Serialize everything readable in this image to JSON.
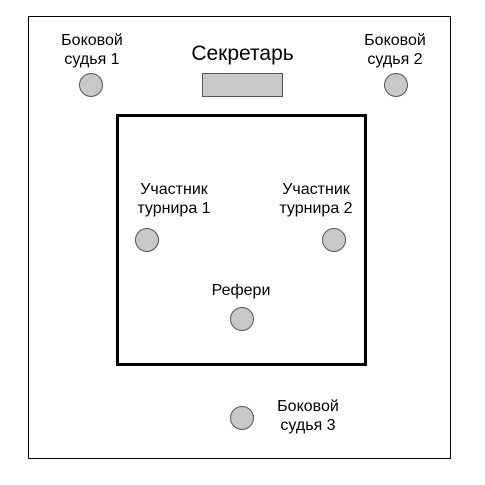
{
  "labels": {
    "side_judge_1": "Боковой\nсудья 1",
    "side_judge_2": "Боковой\nсудья 2",
    "side_judge_3": "Боковой\nсудья 3",
    "secretary": "Секретарь",
    "participant_1": "Участник\nтурнира 1",
    "participant_2": "Участник\nтурнира 2",
    "referee": "Рефери"
  },
  "colors": {
    "marker_fill": "#c8c8c8",
    "marker_stroke": "#555555",
    "line": "#000000",
    "background": "#ffffff"
  }
}
